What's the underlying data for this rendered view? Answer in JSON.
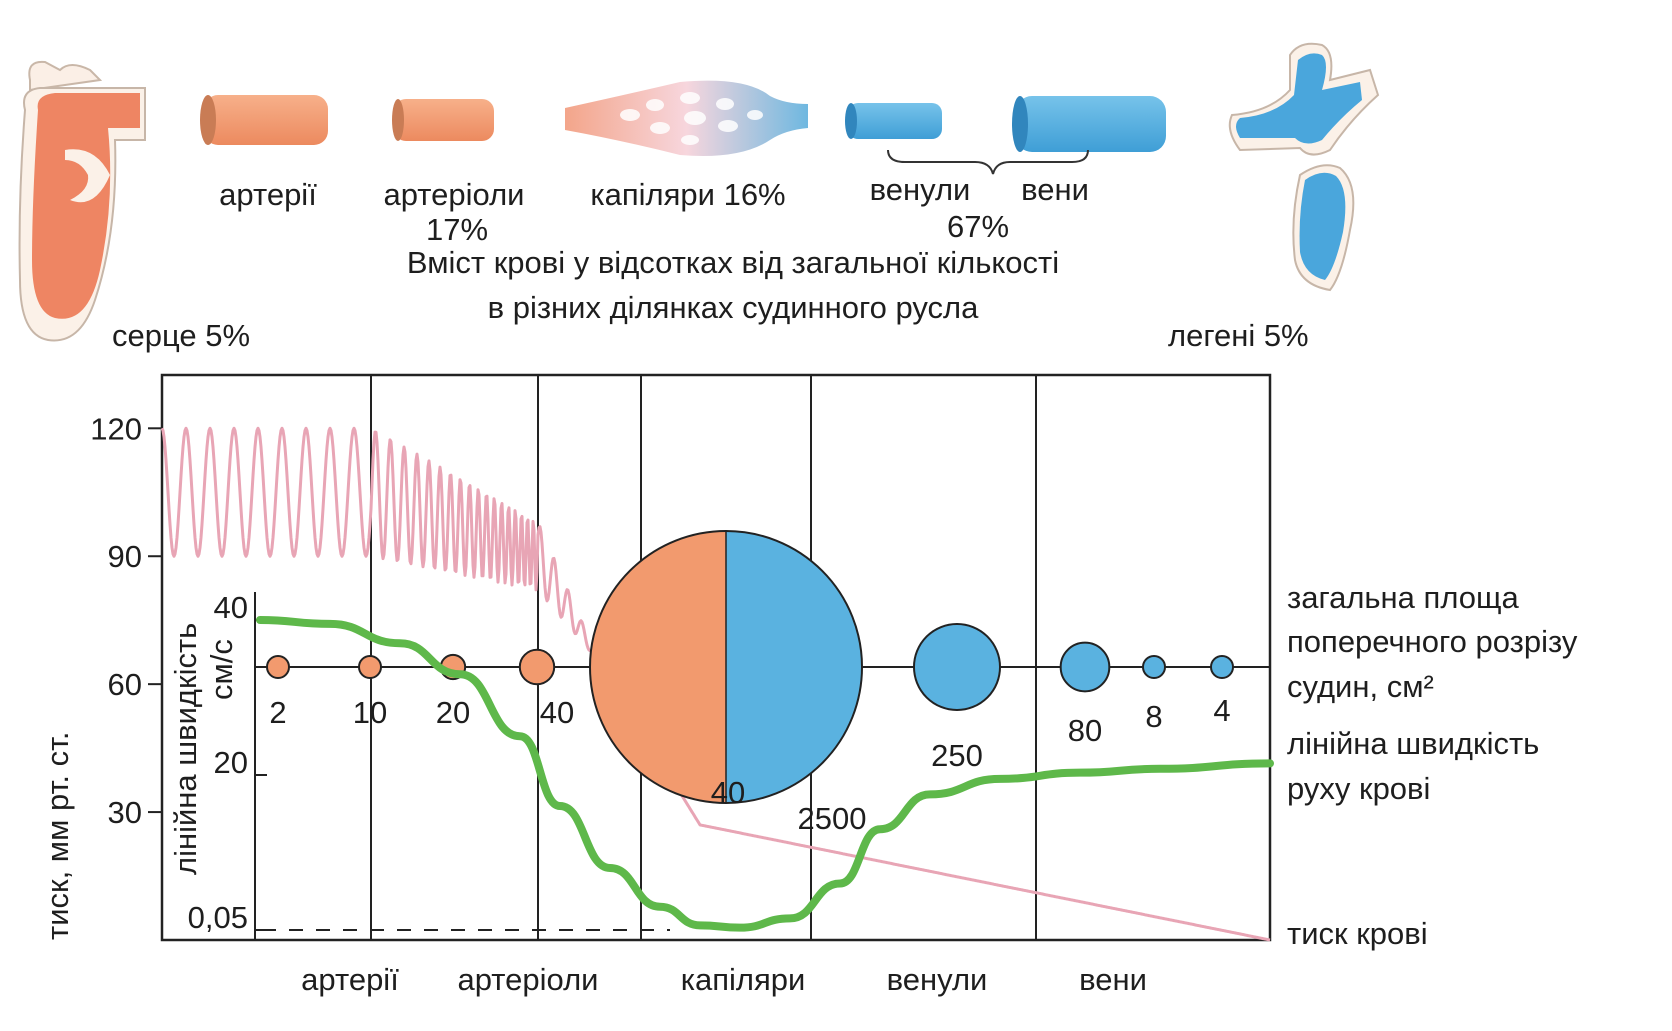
{
  "top": {
    "labels": {
      "arteries": "артерії",
      "arterioles": "артеріоли",
      "arterioles_pct": "17%",
      "capillaries": "капіляри 16%",
      "venules": "венули",
      "veins": "вени",
      "veins_pct": "67%",
      "heart": "серце 5%",
      "lungs": "легені 5%"
    },
    "caption_line1": "Вміст крові у відсотках від загальної кількості",
    "caption_line2": "в різних ділянках судинного русла"
  },
  "chart_data": {
    "type": "line",
    "pressure_axis": {
      "label": "тиск, мм рт. ст.",
      "ticks": [
        "120",
        "90",
        "60",
        "30"
      ],
      "values": [
        120,
        90,
        60,
        30
      ]
    },
    "velocity_axis": {
      "label_line1": "лінійна швидкість",
      "label_line2": "см/с",
      "ticks": [
        "40",
        "20",
        "0,05"
      ],
      "values": [
        40,
        20,
        0.05
      ]
    },
    "segments": [
      "артерії",
      "артеріоли",
      "капіляри",
      "венули",
      "вени"
    ],
    "cross_section_area": {
      "legend_line1": "загальна площа",
      "legend_line2": "поперечного розрізу",
      "legend_line3": "судин, см²",
      "values": [
        2,
        10,
        20,
        40,
        2500,
        250,
        80,
        8,
        4
      ],
      "value_labels": [
        "2",
        "10",
        "20",
        "40",
        "2500",
        "250",
        "80",
        "8",
        "4"
      ],
      "capillary_inner_label": "40"
    },
    "series": [
      {
        "name": "лінійна швидкість руху крові",
        "legend_line1": "лінійна швидкість",
        "legend_line2": "руху крові",
        "color": "#5eb84a"
      },
      {
        "name": "тиск крові",
        "legend": "тиск крові",
        "color": "#e8a5b5"
      }
    ],
    "grid": true
  },
  "colors": {
    "arterial": "#f29a6e",
    "venous": "#5ab2e0",
    "pressure": "#e8a5b5",
    "velocity": "#5eb84a",
    "axis": "#222222"
  }
}
